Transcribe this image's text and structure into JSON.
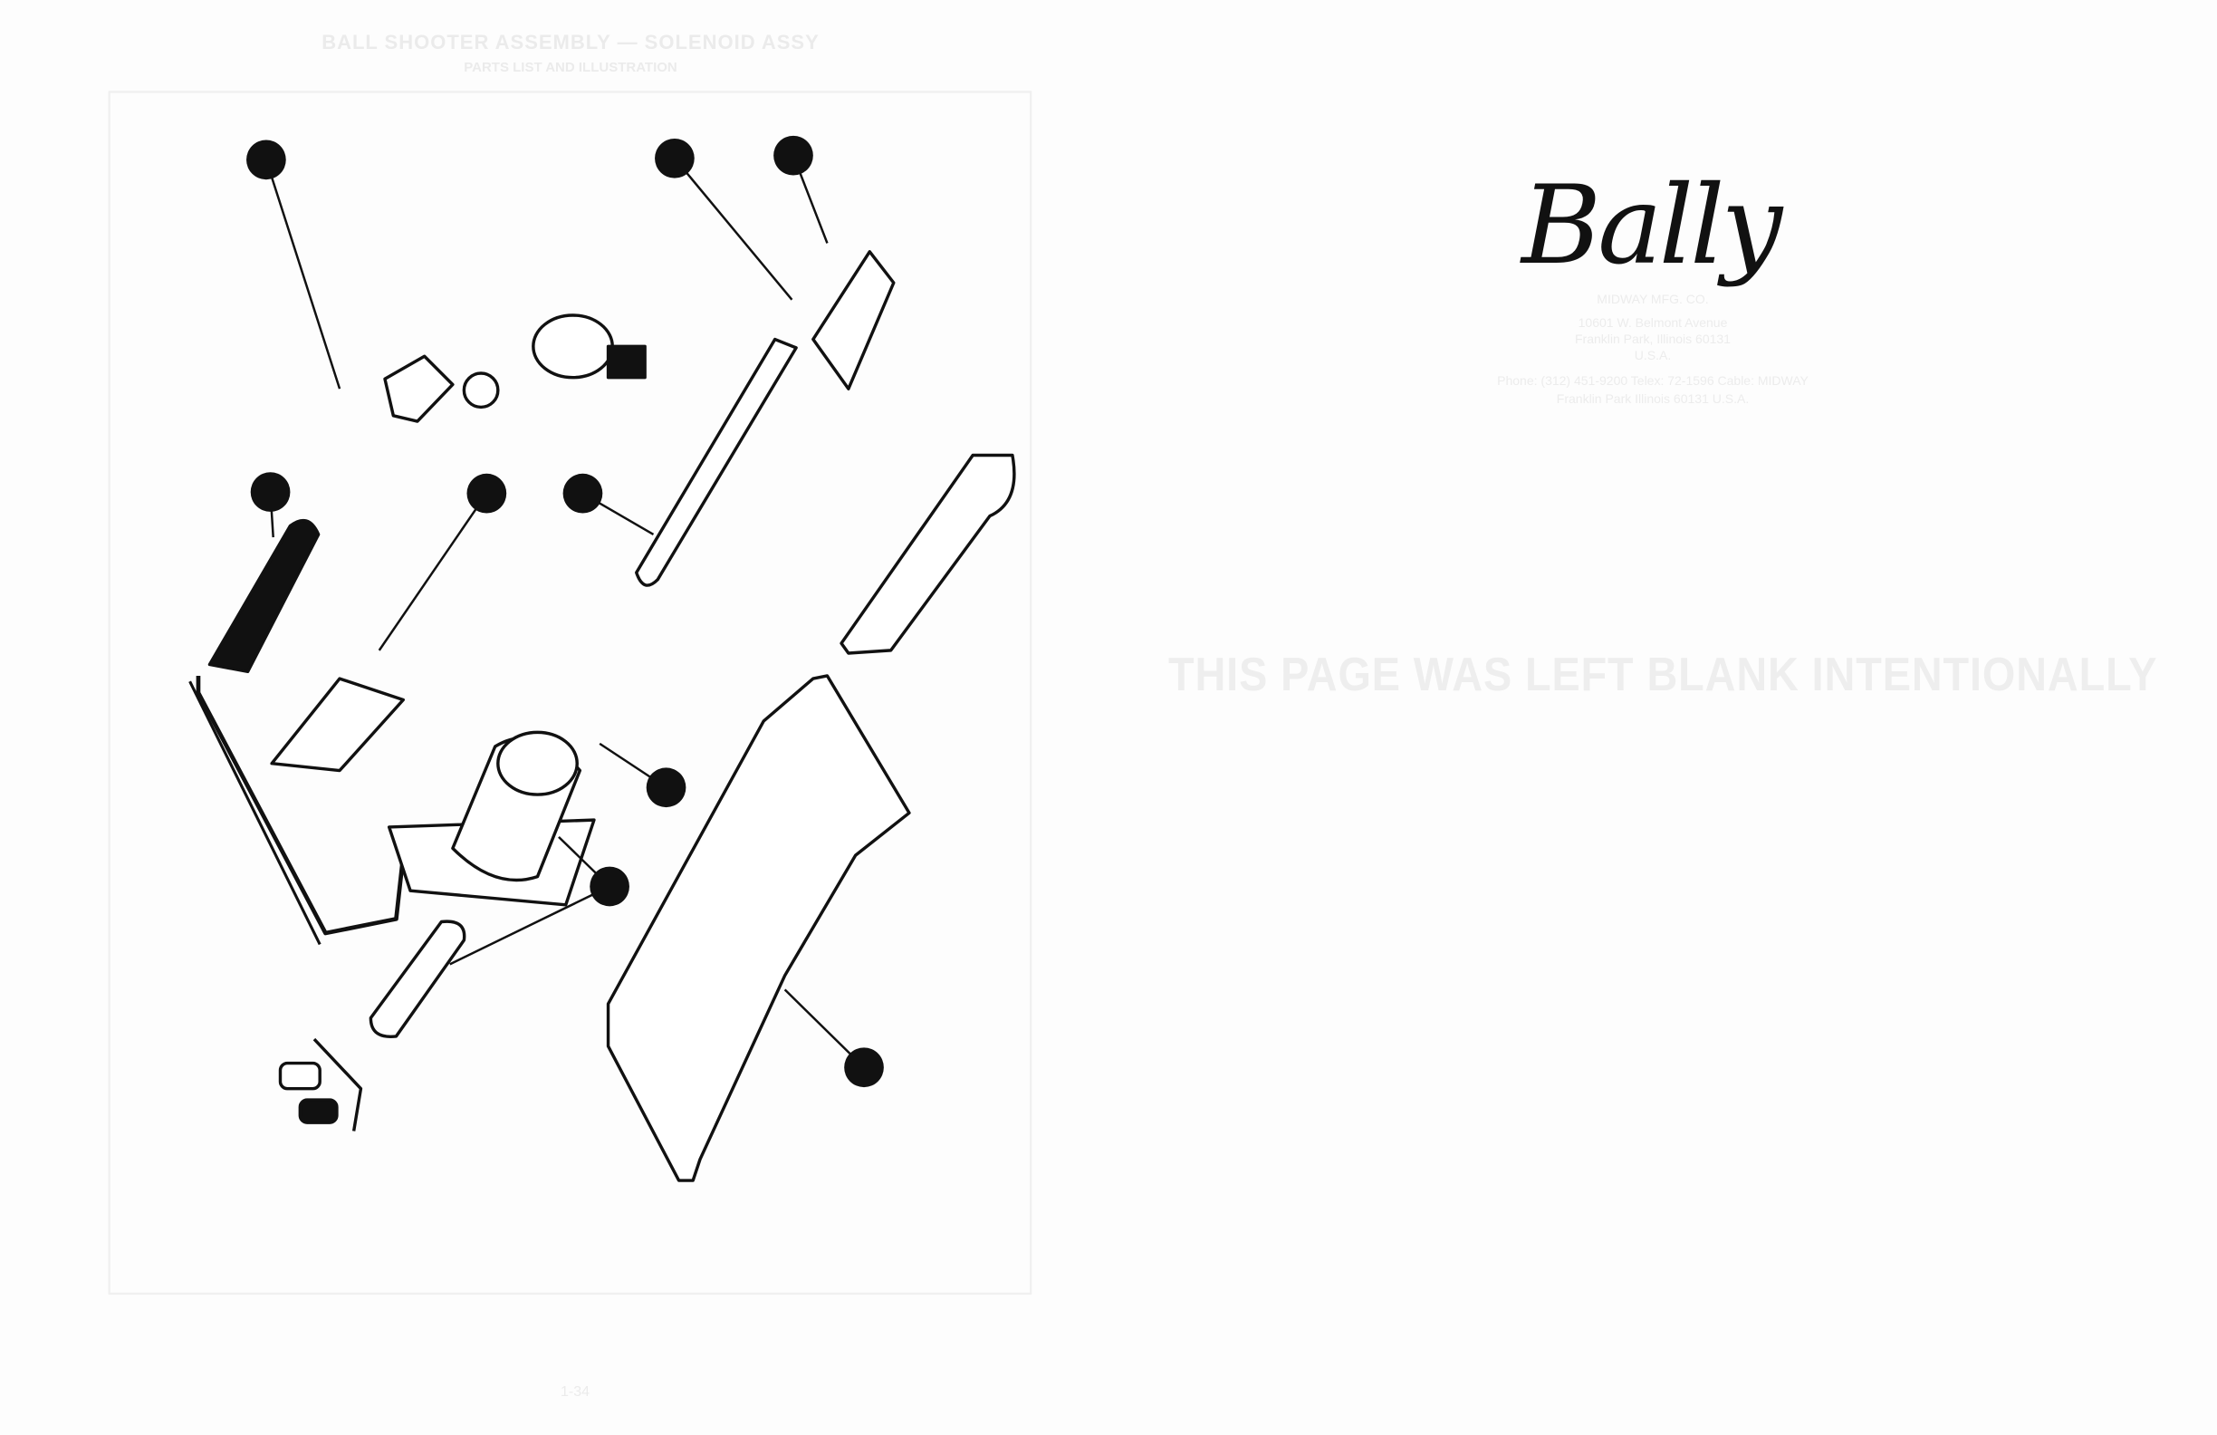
{
  "left_page": {
    "header_line1": "BALL SHOOTER ASSEMBLY — SOLENOID ASSY",
    "header_line2": "PARTS LIST AND ILLUSTRATION",
    "page_number": "1-34",
    "callout_count": 9
  },
  "right_page": {
    "logo": "Bally",
    "company_lines": [
      "MIDWAY MFG. CO.",
      "10601 W. Belmont Avenue",
      "Franklin Park, Illinois 60131",
      "U.S.A.",
      "Phone: (312) 451-9200   Telex: 72-1596   Cable: MIDWAY",
      "Franklin Park  Illinois 60131  U.S.A."
    ],
    "notice": "THIS PAGE WAS LEFT BLANK INTENTIONALLY"
  }
}
